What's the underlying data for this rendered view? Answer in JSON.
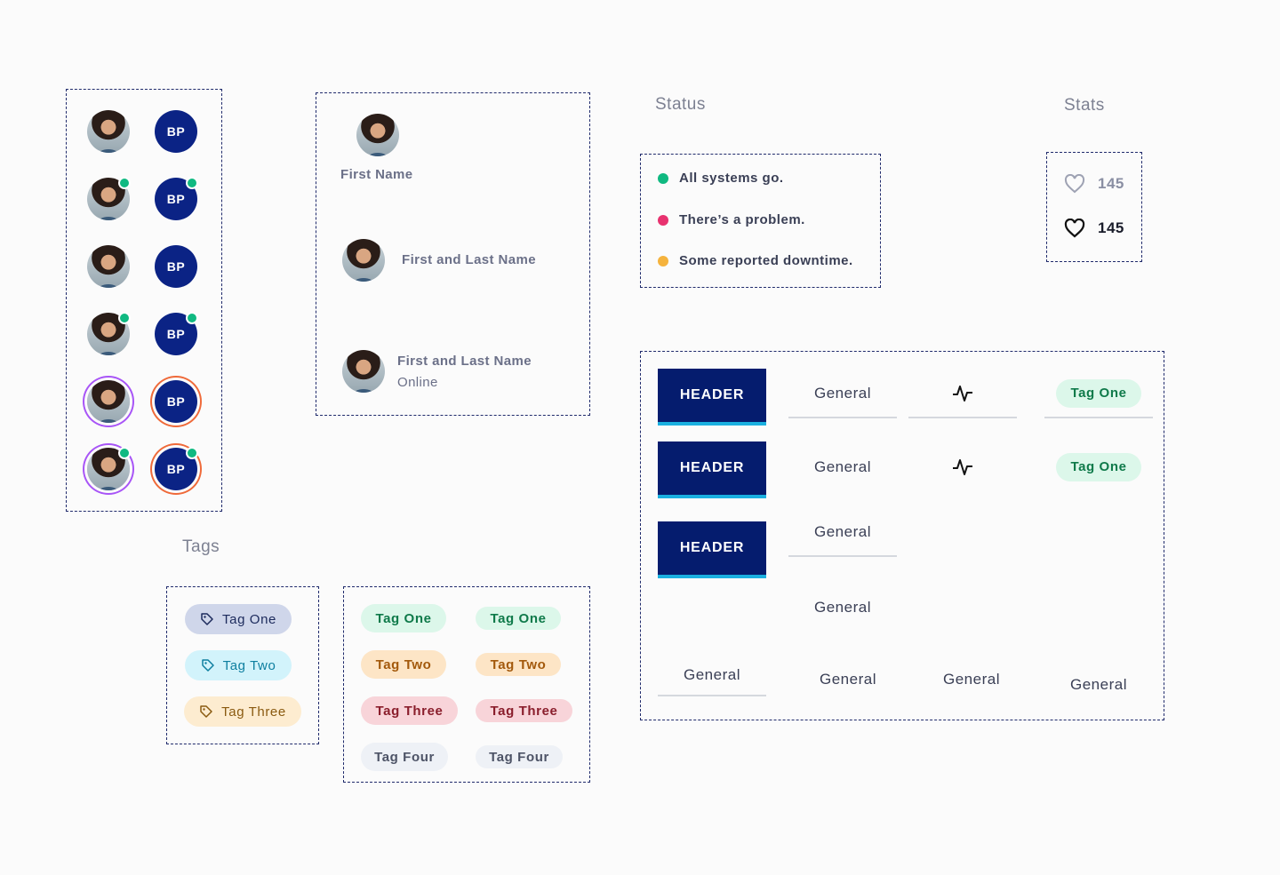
{
  "avatars": {
    "initials": "BP"
  },
  "names": {
    "first_name": "First Name",
    "first_last": "First and Last Name",
    "first_last_online": "First and Last Name",
    "online_label": "Online"
  },
  "status": {
    "title": "Status",
    "items": [
      {
        "label": "All systems go.",
        "color": "#10b981"
      },
      {
        "label": "There’s a problem.",
        "color": "#e8326f"
      },
      {
        "label": "Some reported downtime.",
        "color": "#f5b33d"
      }
    ]
  },
  "stats": {
    "title": "Stats",
    "likes_outline": "145",
    "likes_filled": "145"
  },
  "table": {
    "header_label": "HEADER",
    "general_label": "General",
    "tag_label": "Tag One",
    "accent": "#1ab0e0",
    "header_bg": "#051c6e"
  },
  "tags": {
    "title": "Tags",
    "icon_tags": [
      {
        "label": "Tag One",
        "bg": "#cfd6ea",
        "fg": "#1c2a5c"
      },
      {
        "label": "Tag Two",
        "bg": "#d2f3fb",
        "fg": "#0e7fa0"
      },
      {
        "label": "Tag Three",
        "bg": "#fdecd0",
        "fg": "#8a5a10"
      }
    ],
    "color_tags": [
      {
        "label": "Tag One",
        "bg": "#dcf7ea",
        "fg": "#0f7a4a"
      },
      {
        "label": "Tag Two",
        "bg": "#fde5c6",
        "fg": "#a3590c"
      },
      {
        "label": "Tag Three",
        "bg": "#f8d4d9",
        "fg": "#8a1e2c"
      },
      {
        "label": "Tag Four",
        "bg": "#eef1f6",
        "fg": "#4d5366"
      }
    ]
  }
}
